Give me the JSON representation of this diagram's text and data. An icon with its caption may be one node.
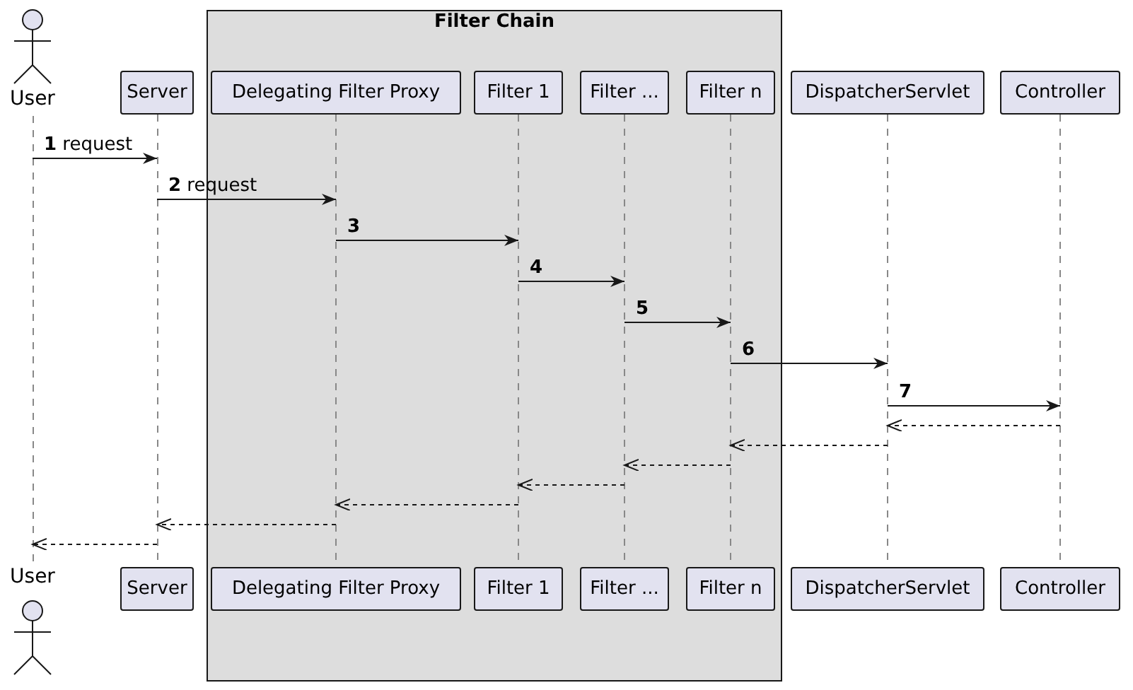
{
  "diagram": {
    "nodes": [
      {
        "text": [
          "User"
        ]
      },
      {
        "text": [
          "Server"
        ]
      },
      {
        "text": [
          "Filter Chain"
        ]
      },
      {
        "text": [
          "Delegating Filter Proxy"
        ],
        "in": 2
      },
      {
        "text": [
          "Filter 1"
        ],
        "in": 2
      },
      {
        "text": [
          "Filter ..."
        ],
        "in": 2
      },
      {
        "text": [
          "Filter n"
        ],
        "in": 2
      },
      {
        "text": [
          "DispatcherServlet"
        ]
      },
      {
        "text": [
          "Controller"
        ]
      },
      {
        "text": [
          "User"
        ]
      },
      {
        "text": [
          "Server"
        ]
      },
      {
        "text": [
          "Delegating Filter Proxy"
        ],
        "in": 2
      },
      {
        "text": [
          "Filter 1"
        ],
        "in": 2
      },
      {
        "text": [
          "Filter ..."
        ],
        "in": 2
      },
      {
        "text": [
          "Filter n"
        ],
        "in": 2
      },
      {
        "text": [
          "DispatcherServlet"
        ]
      },
      {
        "text": [
          "Controller"
        ]
      },
      {
        "text": [],
        "shape": "line"
      },
      {
        "text": [],
        "shape": "line"
      },
      {
        "text": [],
        "shape": "line",
        "in": 2
      },
      {
        "text": [],
        "shape": "line",
        "in": 2
      },
      {
        "text": [],
        "shape": "line",
        "in": 2
      },
      {
        "text": [],
        "shape": "line",
        "in": 2
      },
      {
        "text": [],
        "shape": "line"
      },
      {
        "text": [],
        "shape": "line"
      }
    ],
    "edges": [
      {
        "from": 17,
        "to": 18,
        "arrow": "to",
        "label": "**1** request"
      },
      {
        "from": 18,
        "to": 19,
        "arrow": "to",
        "label": "**2** request"
      },
      {
        "from": 19,
        "to": 20,
        "arrow": "to",
        "label": "3"
      },
      {
        "from": 20,
        "to": 21,
        "arrow": "to",
        "label": "4"
      },
      {
        "from": 21,
        "to": 22,
        "arrow": "to",
        "label": "5"
      },
      {
        "from": 22,
        "to": 23,
        "arrow": "to",
        "label": "6"
      },
      {
        "from": 23,
        "to": 24,
        "arrow": "to",
        "label": "7"
      },
      {
        "from": 24,
        "to": 23,
        "arrow": "to",
        "style": "dashed"
      },
      {
        "from": 23,
        "to": 22,
        "arrow": "to",
        "style": "dashed"
      },
      {
        "from": 22,
        "to": 21,
        "arrow": "to",
        "style": "dashed"
      },
      {
        "from": 21,
        "to": 20,
        "arrow": "to",
        "style": "dashed"
      },
      {
        "from": 20,
        "to": 19,
        "arrow": "to",
        "style": "dashed"
      },
      {
        "from": 19,
        "to": 18,
        "arrow": "to",
        "style": "dashed"
      },
      {
        "from": 18,
        "to": 17,
        "arrow": "to",
        "style": "dashed"
      }
    ]
  }
}
